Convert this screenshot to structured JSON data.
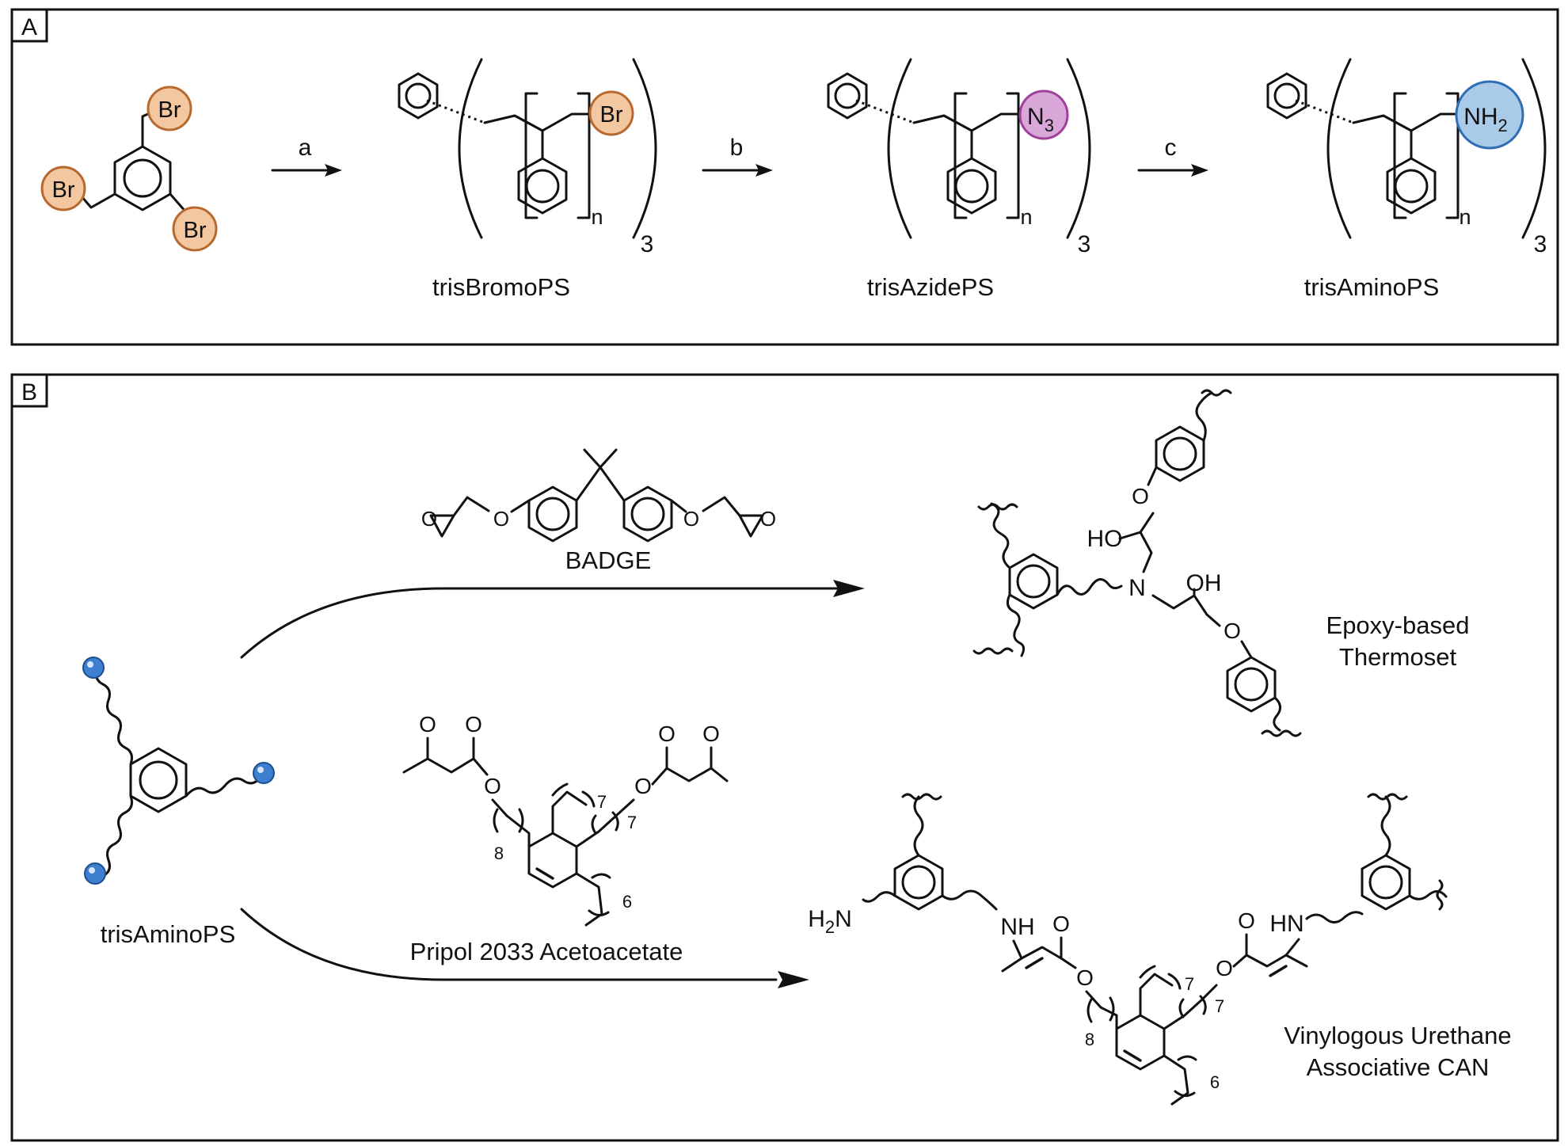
{
  "panels": [
    {
      "letter": "A"
    },
    {
      "letter": "B"
    }
  ],
  "colors": {
    "bromo": "#f3c79f",
    "bromo_edge": "#b8692e",
    "azide": "#d9a8d9",
    "azide_edge": "#a0409c",
    "amine": "#a9cbe8",
    "amine_edge": "#2f6db5",
    "bead": "#3f7fd0"
  },
  "panel_a": {
    "start_labels": [
      "Br",
      "Br",
      "Br"
    ],
    "steps": [
      "a",
      "b",
      "c"
    ],
    "products": [
      {
        "name": "trisBromoPS",
        "end_group": "Br",
        "repeat": "n",
        "multiplicity": "3"
      },
      {
        "name": "trisAzidePS",
        "end_group": "N",
        "end_group_sub": "3",
        "repeat": "n",
        "multiplicity": "3"
      },
      {
        "name": "trisAminoPS",
        "end_group": "NH",
        "end_group_sub": "2",
        "repeat": "n",
        "multiplicity": "3"
      }
    ]
  },
  "panel_b": {
    "starting_material": "trisAminoPS",
    "reagent_top": "BADGE",
    "reagent_bottom": "Pripol 2033 Acetoacetate",
    "product_top": {
      "line1": "Epoxy-based",
      "line2": "Thermoset"
    },
    "product_bottom": {
      "line1": "Vinylogous Urethane",
      "line2": "Associative CAN"
    },
    "atoms": {
      "O": "O",
      "N": "N",
      "HO": "HO",
      "OH": "OH",
      "HN": "HN",
      "NH": "NH",
      "H2N_H": "H",
      "H2N_2": "2",
      "H2N_N": "N"
    },
    "chain_indices": [
      "7",
      "7",
      "8",
      "6"
    ]
  }
}
